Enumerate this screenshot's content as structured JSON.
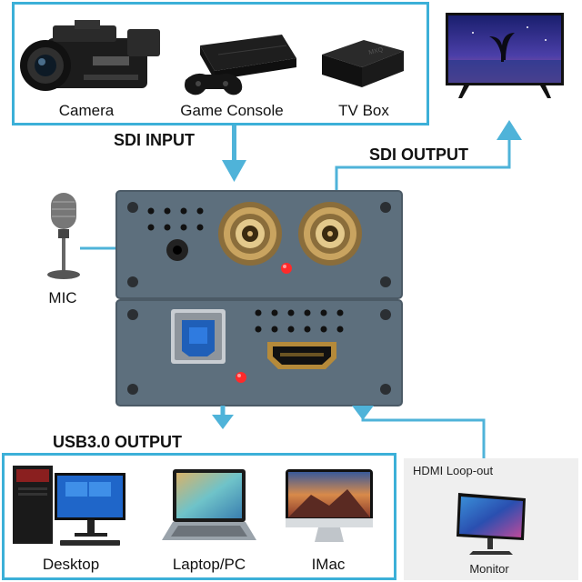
{
  "sdi_input": {
    "heading": "SDI INPUT",
    "sources": [
      {
        "label": "Camera",
        "icon": "camcorder-icon"
      },
      {
        "label": "Game Console",
        "icon": "game-console-icon"
      },
      {
        "label": "TV Box",
        "icon": "tv-box-icon"
      }
    ]
  },
  "sdi_output": {
    "heading": "SDI OUTPUT",
    "display_icon": "television-icon"
  },
  "mic": {
    "label": "MIC",
    "icon": "microphone-icon"
  },
  "device": {
    "top_panel": [
      "bnc-connector-icon",
      "bnc-connector-icon",
      "audio-jack-icon",
      "led-indicator-icon"
    ],
    "bottom_panel": [
      "usb-b-port-icon",
      "hdmi-port-icon",
      "led-indicator-icon"
    ]
  },
  "usb_output": {
    "heading": "USB3.0 OUTPUT",
    "targets": [
      {
        "label": "Desktop",
        "icon": "desktop-computer-icon"
      },
      {
        "label": "Laptop/PC",
        "icon": "laptop-icon"
      },
      {
        "label": "IMac",
        "icon": "imac-icon"
      }
    ]
  },
  "hdmi_loop": {
    "heading": "HDMI Loop-out",
    "label": "Monitor",
    "icon": "monitor-icon"
  },
  "colors": {
    "frame": "#3cb0d8",
    "arrow": "#4fb3d9",
    "device_body": "#5d6f7d",
    "led": "#ff2a2a"
  }
}
